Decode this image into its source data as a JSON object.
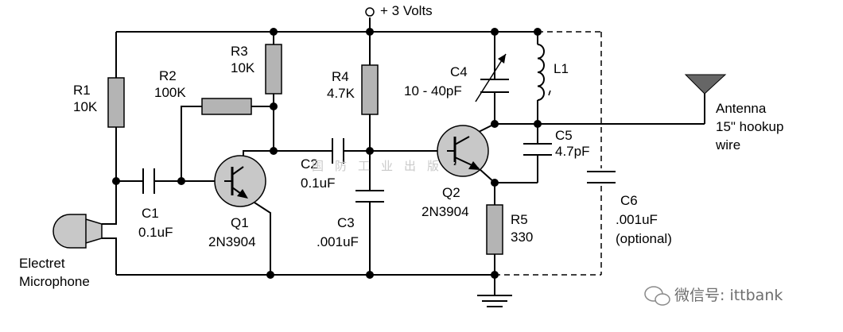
{
  "supply": {
    "label": "+ 3 Volts"
  },
  "components": {
    "r1": {
      "name": "R1",
      "value": "10K"
    },
    "r2": {
      "name": "R2",
      "value": "100K"
    },
    "r3": {
      "name": "R3",
      "value": "10K"
    },
    "r4": {
      "name": "R4",
      "value": "4.7K"
    },
    "r5": {
      "name": "R5",
      "value": "330"
    },
    "c1": {
      "name": "C1",
      "value": "0.1uF"
    },
    "c2": {
      "name": "C2",
      "value": "0.1uF"
    },
    "c3": {
      "name": "C3",
      "value": ".001uF"
    },
    "c4": {
      "name": "C4",
      "value": "10 - 40pF"
    },
    "c5": {
      "name": "C5",
      "value": "4.7pF"
    },
    "c6": {
      "name": "C6",
      "value": ".001uF",
      "note": "(optional)"
    },
    "l1": {
      "name": "L1"
    },
    "q1": {
      "name": "Q1",
      "part": "2N3904"
    },
    "q2": {
      "name": "Q2",
      "part": "2N3904"
    },
    "mic": {
      "line1": "Electret",
      "line2": "Microphone"
    },
    "antenna": {
      "line1": "Antenna",
      "line2": "15\" hookup",
      "line3": "wire"
    }
  },
  "watermark": {
    "text": "国防工业出版社",
    "brand": "微信号: ittbank"
  }
}
